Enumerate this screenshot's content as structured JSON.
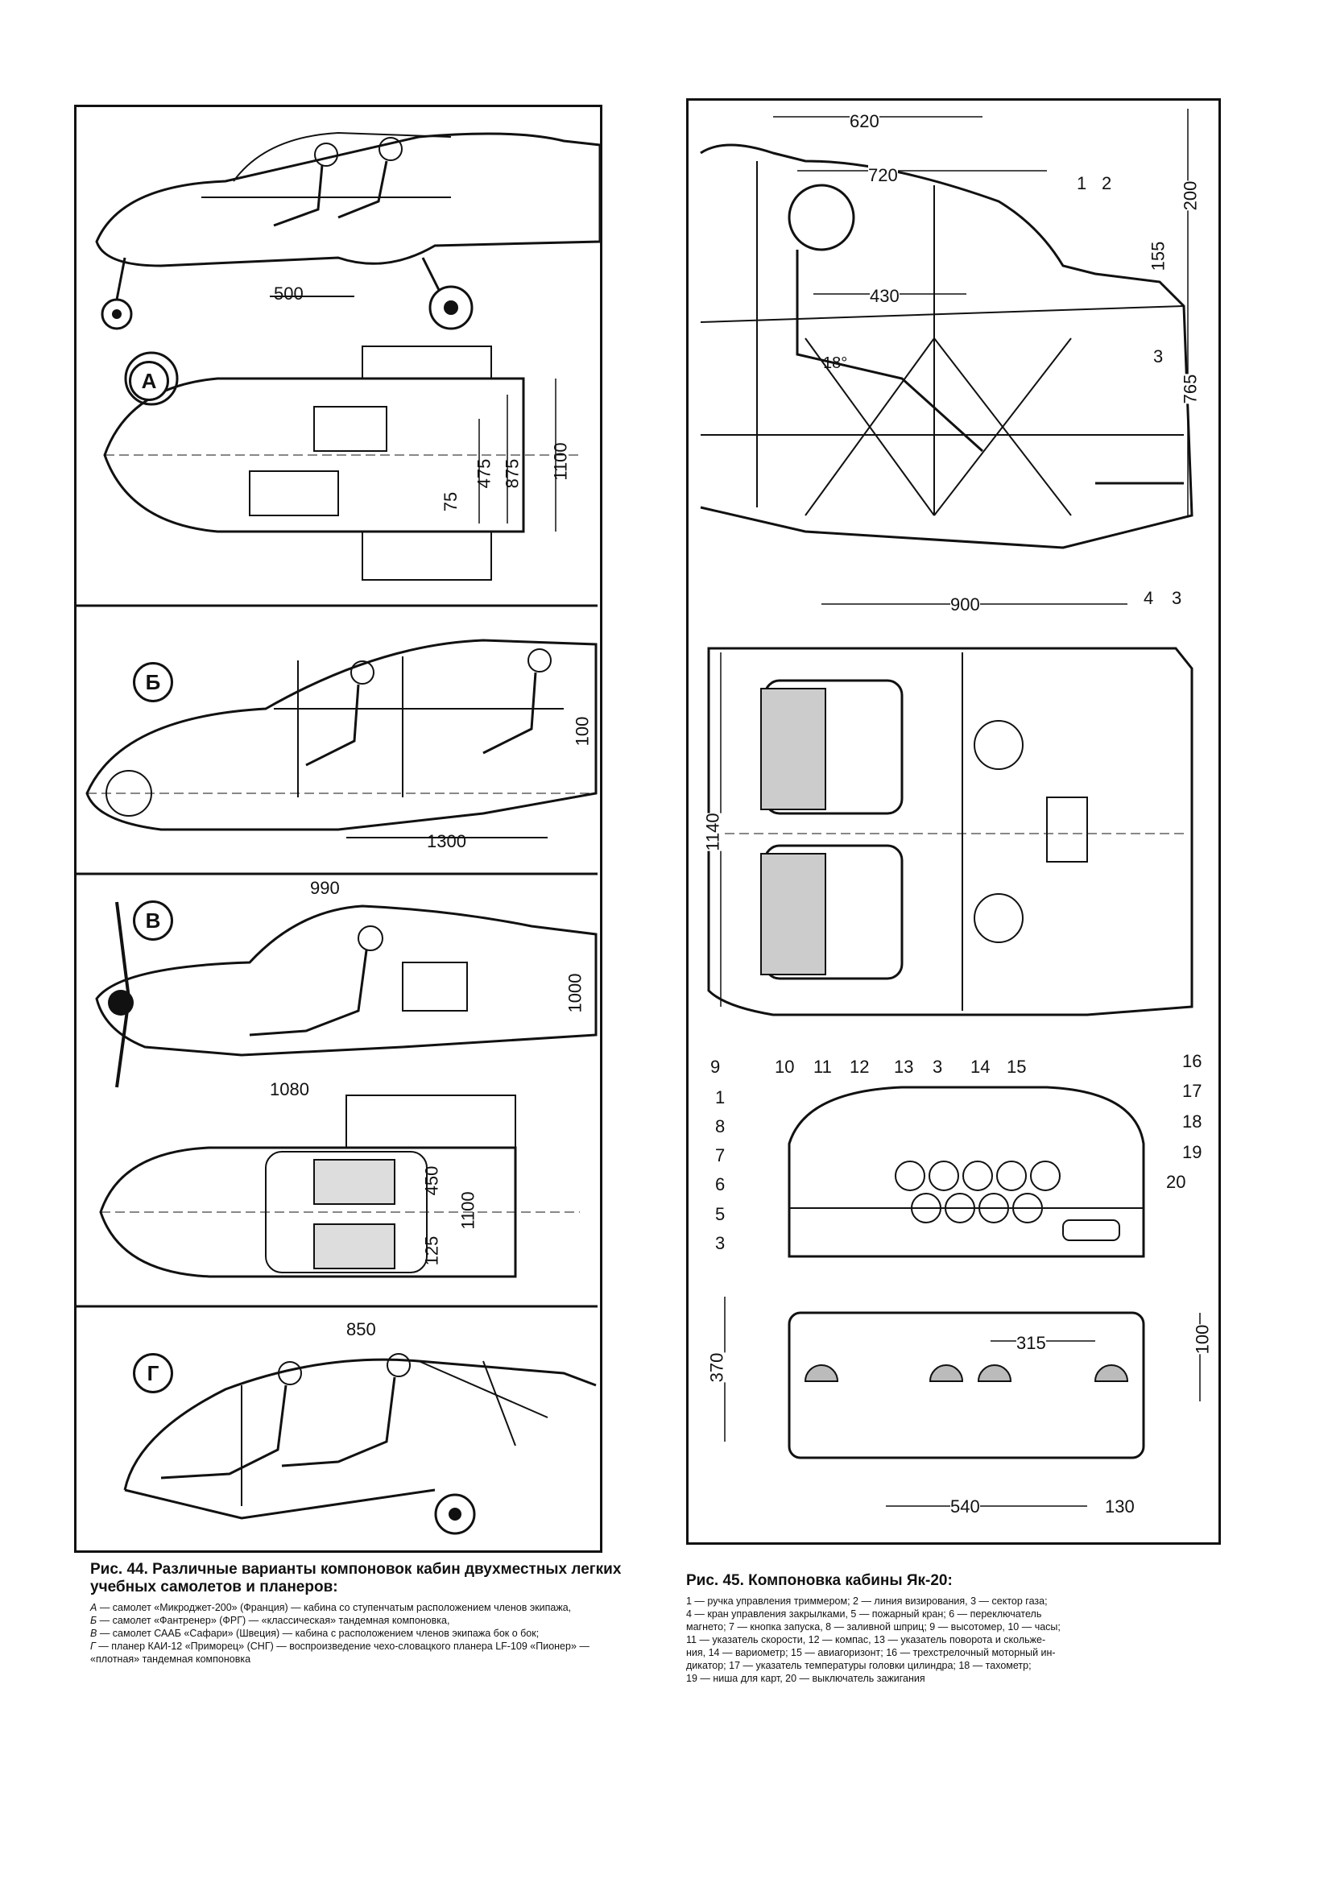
{
  "fig44": {
    "panels": [
      {
        "letter": "А",
        "dims": [
          "500",
          "475",
          "875",
          "1100",
          "75"
        ]
      },
      {
        "letter": "Б",
        "dims": [
          "100",
          "1300"
        ]
      },
      {
        "letter": "В",
        "dims": [
          "990",
          "1000",
          "1080",
          "450",
          "1100",
          "125"
        ]
      },
      {
        "letter": "Г",
        "dims": [
          "850"
        ]
      }
    ],
    "caption": {
      "title": "Рис. 44. Различные варианты компоновок кабин двухместных легких учебных самолетов и планеров:",
      "items": [
        {
          "label": "А",
          "text": " — самолет «Микроджет-200» (Франция) — кабина со ступенчатым расположением членов экипажа,"
        },
        {
          "label": "Б",
          "text": " — самолет «Фантренер» (ФРГ) — «классическая» тандемная компоновка,"
        },
        {
          "label": "В",
          "text": " — самолет СААБ «Сафари» (Швеция) — кабина с расположением членов экипажа бок о бок;"
        },
        {
          "label": "Г",
          "text": " — планер КАИ-12 «Приморец» (СНГ) — воспроизведение чехо-словацкого планера LF-109 «Пионер» — «плотная» тандемная компоновка"
        }
      ]
    }
  },
  "fig45": {
    "side_dims": [
      "620",
      "720",
      "430",
      "200",
      "155",
      "765",
      "18°",
      "900"
    ],
    "side_callouts": [
      "1",
      "2",
      "3",
      "4",
      "3"
    ],
    "plan_dims": [
      "1140"
    ],
    "panel_callouts_top": [
      "9",
      "10",
      "11",
      "12",
      "13",
      "3",
      "14",
      "15"
    ],
    "panel_callouts_left": [
      "1",
      "8",
      "7",
      "6",
      "5",
      "3"
    ],
    "panel_callouts_right": [
      "16",
      "17",
      "18",
      "19",
      "20"
    ],
    "panel_dims": [
      "370",
      "315",
      "100",
      "540",
      "130"
    ],
    "caption": {
      "title": "Рис. 45. Компоновка кабины Як-20:",
      "lines": [
        "1 — ручка управления триммером; 2 — линия визирования, 3 — сектор газа;",
        "4 — кран управления закрылками, 5 — пожарный кран; 6 — переключатель",
        "магнето; 7 — кнопка запуска, 8 — заливной шприц; 9 — высотомер, 10 — часы;",
        "11 — указатель скорости, 12 — компас, 13 — указатель поворота и скольже-",
        "ния, 14 — вариометр; 15 — авиагоризонт; 16 — трехстрелочный моторный ин-",
        "дикатор; 17 — указатель температуры головки цилиндра; 18 — тахометр;",
        "19 — ниша для карт, 20 — выключатель зажигания"
      ]
    }
  }
}
